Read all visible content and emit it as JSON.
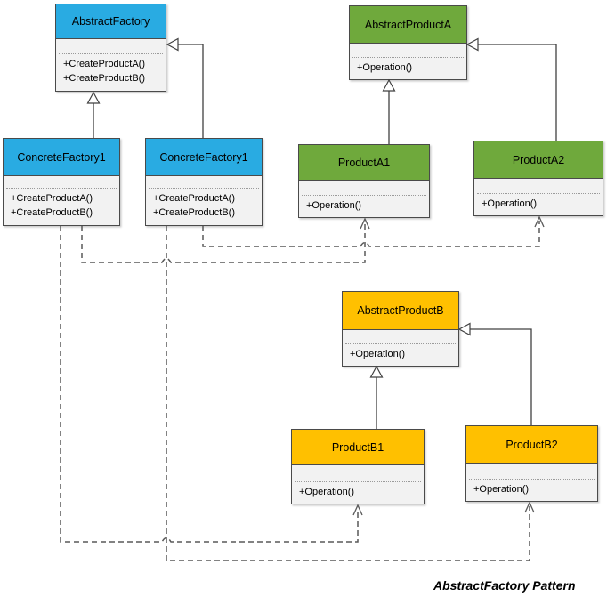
{
  "diagram": {
    "caption": "AbstractFactory Pattern",
    "colors": {
      "factory_header": "#29ABE2",
      "product_a_header": "#6FA93C",
      "product_b_header": "#FFC000",
      "body": "#F2F2F2",
      "border": "#4A4A4A",
      "solid_connector": "#404040",
      "dashed_connector": "#595959"
    },
    "classes": [
      {
        "name": "AbstractFactory",
        "header_color": "#29ABE2",
        "methods": [
          "+CreateProductA()",
          "+CreateProductB()"
        ]
      },
      {
        "name": "ConcreteFactory1",
        "header_color": "#29ABE2",
        "methods": [
          "+CreateProductA()",
          "+CreateProductB()"
        ]
      },
      {
        "name": "ConcreteFactory1",
        "header_color": "#29ABE2",
        "methods": [
          "+CreateProductA()",
          "+CreateProductB()"
        ]
      },
      {
        "name": "AbstractProductA",
        "header_color": "#6FA93C",
        "methods": [
          "+Operation()"
        ]
      },
      {
        "name": "ProductA1",
        "header_color": "#6FA93C",
        "methods": [
          "+Operation()"
        ]
      },
      {
        "name": "ProductA2",
        "header_color": "#6FA93C",
        "methods": [
          "+Operation()"
        ]
      },
      {
        "name": "AbstractProductB",
        "header_color": "#FFC000",
        "methods": [
          "+Operation()"
        ]
      },
      {
        "name": "ProductB1",
        "header_color": "#FFC000",
        "methods": [
          "+Operation()"
        ]
      },
      {
        "name": "ProductB2",
        "header_color": "#FFC000",
        "methods": [
          "+Operation()"
        ]
      }
    ],
    "relationships": {
      "inheritance": [
        {
          "from": "ConcreteFactory1 (left)",
          "to": "AbstractFactory"
        },
        {
          "from": "ConcreteFactory1 (right)",
          "to": "AbstractFactory"
        },
        {
          "from": "ProductA1",
          "to": "AbstractProductA"
        },
        {
          "from": "ProductA2",
          "to": "AbstractProductA"
        },
        {
          "from": "ProductB1",
          "to": "AbstractProductB"
        },
        {
          "from": "ProductB2",
          "to": "AbstractProductB"
        }
      ],
      "dependency": [
        {
          "from": "ConcreteFactory1 (left)",
          "to": "ProductA1"
        },
        {
          "from": "ConcreteFactory1 (left)",
          "to": "ProductB1"
        },
        {
          "from": "ConcreteFactory1 (right)",
          "to": "ProductA2"
        },
        {
          "from": "ConcreteFactory1 (right)",
          "to": "ProductB2"
        }
      ]
    }
  }
}
